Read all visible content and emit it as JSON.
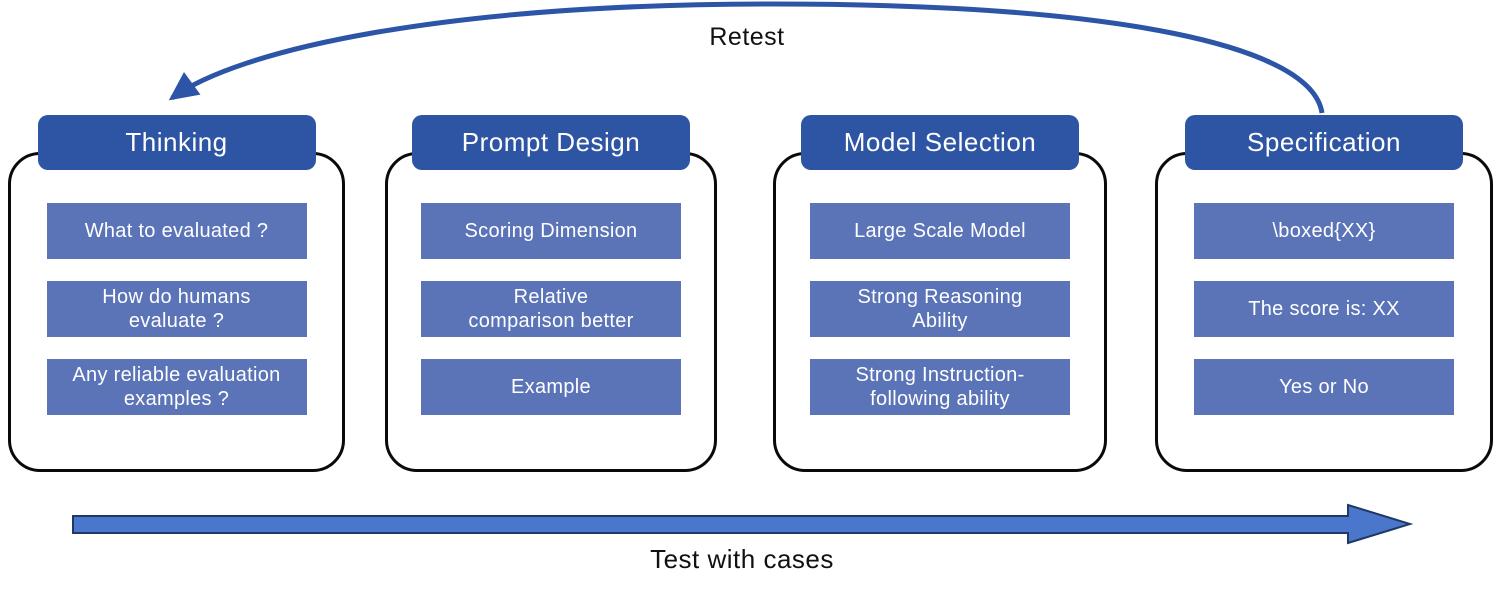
{
  "diagram": {
    "retest_label": "Retest",
    "test_label": "Test with cases"
  },
  "columns": [
    {
      "title": "Thinking",
      "items": [
        "What to evaluated ?",
        "How do humans\nevaluate ?",
        "Any reliable evaluation\nexamples ?"
      ]
    },
    {
      "title": "Prompt Design",
      "items": [
        "Scoring Dimension",
        "Relative\ncomparison better",
        "Example"
      ]
    },
    {
      "title": "Model Selection",
      "items": [
        "Large Scale Model",
        "Strong Reasoning\nAbility",
        "Strong Instruction-\nfollowing ability"
      ]
    },
    {
      "title": "Specification",
      "items": [
        "\\boxed{XX}",
        "The score is: XX",
        "Yes or No"
      ]
    }
  ],
  "colors": {
    "header-blue": "#2E55A4",
    "item-blue": "#5B73B7",
    "curve-blue": "#2D55A7",
    "arrow-fill": "#4A77CB",
    "arrow-border": "#1F3864",
    "outline-black": "#0A0A0A",
    "label-text": "#111111",
    "box-text": "#FFFFFF"
  }
}
